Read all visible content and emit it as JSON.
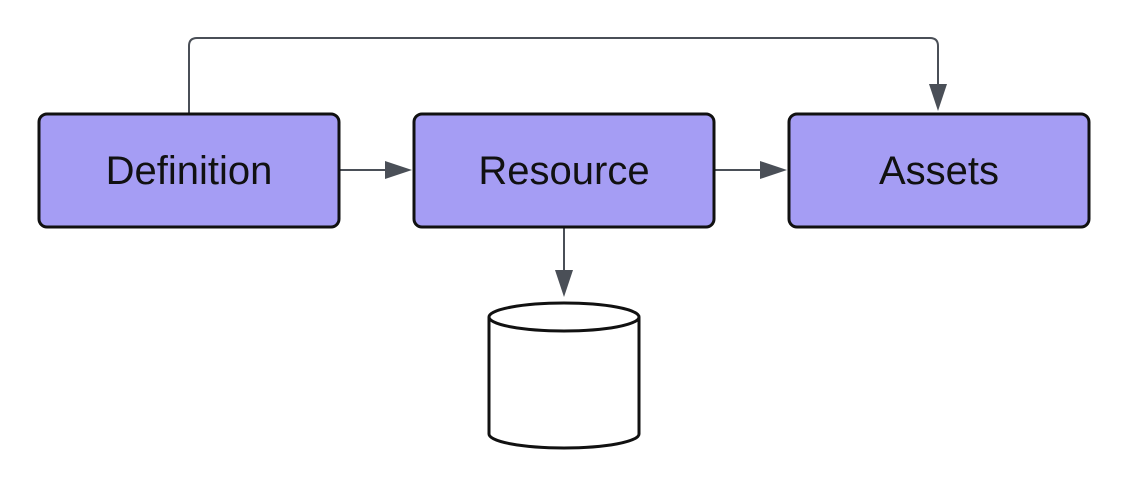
{
  "colors": {
    "node_fill": "#a59df4",
    "node_border": "#111111",
    "edge": "#4a4f57",
    "background": "#ffffff"
  },
  "nodes": {
    "definition": {
      "label": "Definition"
    },
    "resource": {
      "label": "Resource"
    },
    "assets": {
      "label": "Assets"
    },
    "storage": {
      "label": "",
      "icon": "database-cylinder-icon"
    }
  },
  "edges": [
    {
      "from": "definition",
      "to": "resource"
    },
    {
      "from": "resource",
      "to": "assets"
    },
    {
      "from": "definition",
      "to": "assets"
    },
    {
      "from": "resource",
      "to": "storage"
    }
  ]
}
